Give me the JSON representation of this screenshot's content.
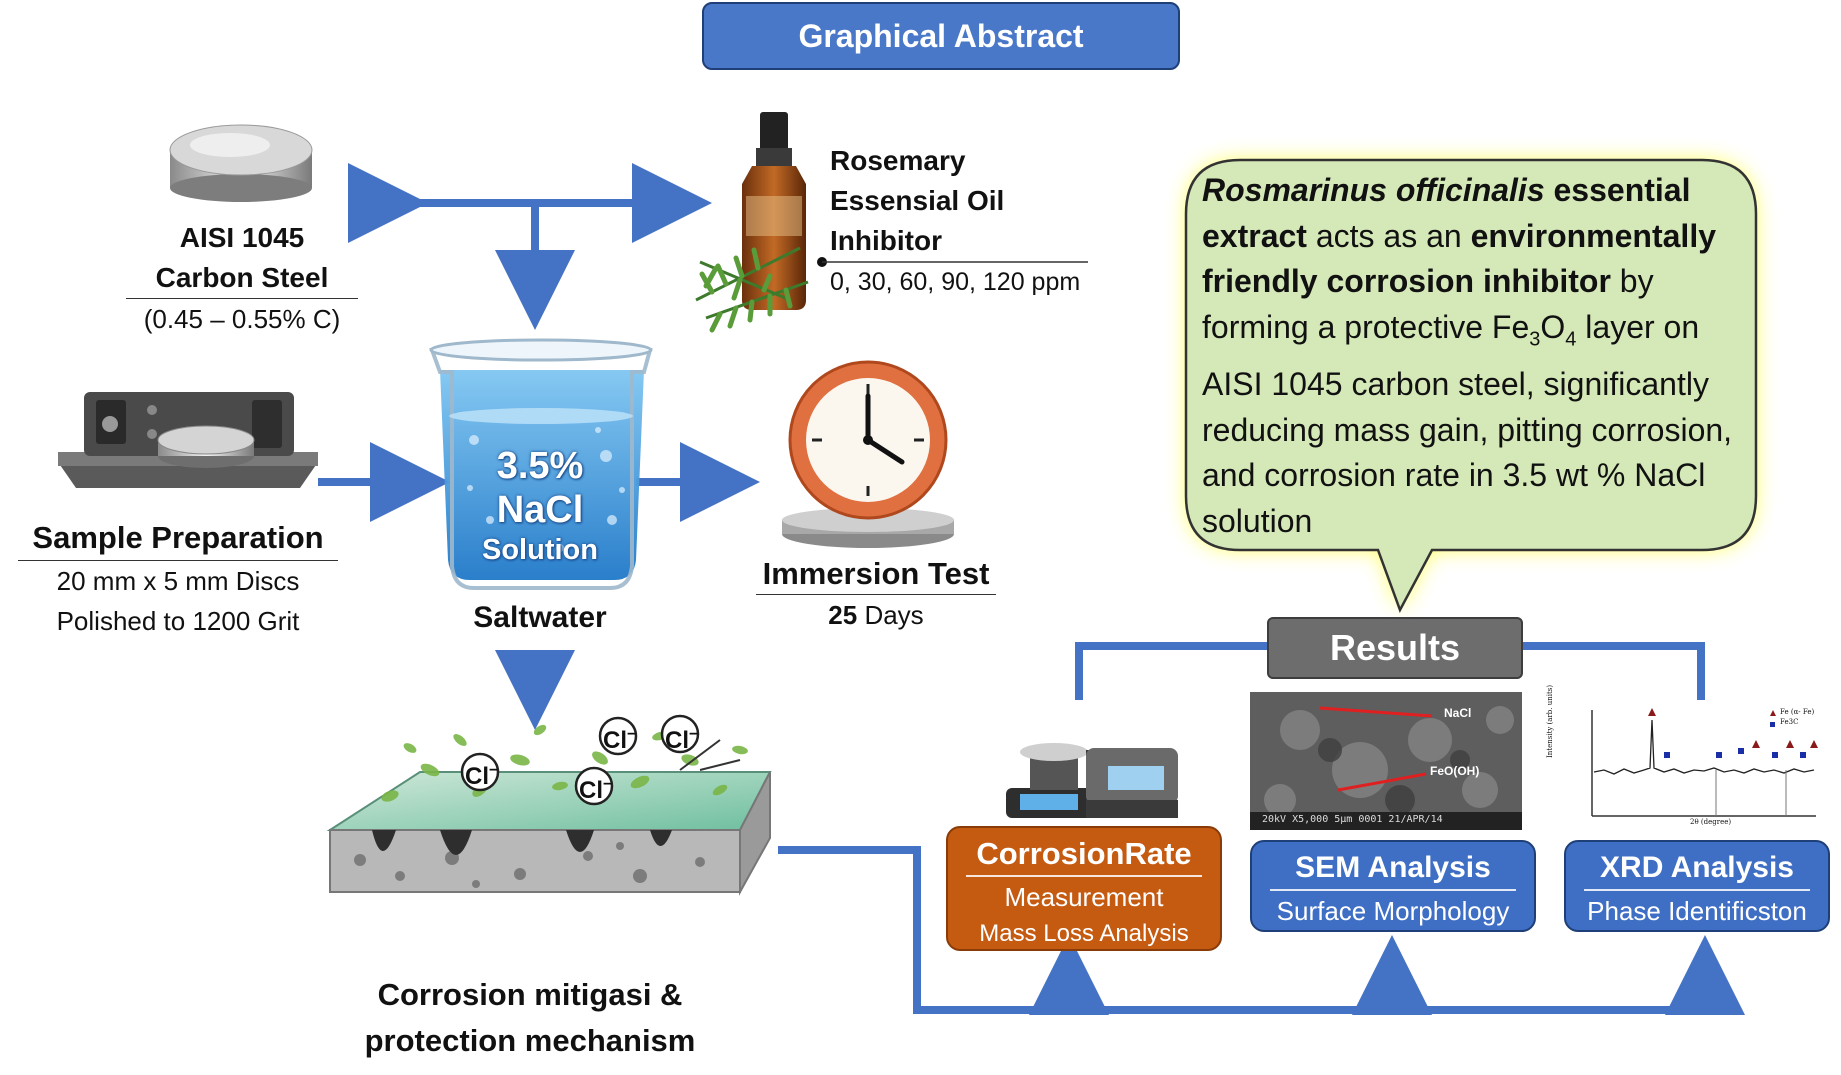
{
  "title": "Graphical Abstract",
  "steel": {
    "line1": "AISI 1045",
    "line2": "Carbon Steel",
    "line3": "(0.45 – 0.55% C)"
  },
  "oil": {
    "line1": "Rosemary",
    "line2": "Essensial Oil",
    "line3": "Inhibitor",
    "concentrations": "0, 30, 60, 90, 120 ppm"
  },
  "sample": {
    "title": "Sample Preparation",
    "line1": "20 mm x 5 mm Discs",
    "line2": "Polished to 1200 Grit"
  },
  "beaker": {
    "line1": "3.5%",
    "line2": "NaCl",
    "line3": "Solution",
    "label": "Saltwater"
  },
  "immersion": {
    "title": "Immersion Test",
    "days_value": "25",
    "days_unit": " Days"
  },
  "mechanism": {
    "line1": "Corrosion mitigasi &",
    "line2": "protection mechanism"
  },
  "ions": {
    "chloride_label": "Cl",
    "charge": "−"
  },
  "callout": {
    "p1_italic": "Rosmarinus officinalis",
    "p1_bold": " essential extract",
    "p2": " acts as an ",
    "p3_bold": "environmentally friendly corrosion inhibitor",
    "p4": " by forming a protective ",
    "fe": "Fe",
    "fe_sub": "3",
    "o": "O",
    "o_sub": "4",
    "p5": " layer on AISI 1045 carbon steel, significantly reducing mass gain, pitting corrosion, and corrosion rate in 3.5 wt % NaCl solution"
  },
  "results": {
    "label": "Results"
  },
  "corrosion_rate": {
    "title": "CorrosionRate",
    "sub1": "Measurement",
    "sub2": "Mass Loss Analysis"
  },
  "sem": {
    "title": "SEM Analysis",
    "sub": "Surface Morphology",
    "label_nacl": "NaCl",
    "label_feooh": "FeO(OH)",
    "footer": "20kV  X5,000  5μm  0001 21/APR/14"
  },
  "xrd": {
    "title": "XRD Analysis",
    "sub": "Phase Identificston",
    "legend1": "Fe (α- Fe)",
    "legend2": "Fe3C",
    "ylabel": "Intensity (arb. units)",
    "xlabel": "2θ (degree)"
  },
  "colors": {
    "accent_blue": "#4472c4",
    "orange": "#c55a11",
    "callout_fill": "#d5e8b8",
    "callout_glow": "#ffff66"
  }
}
